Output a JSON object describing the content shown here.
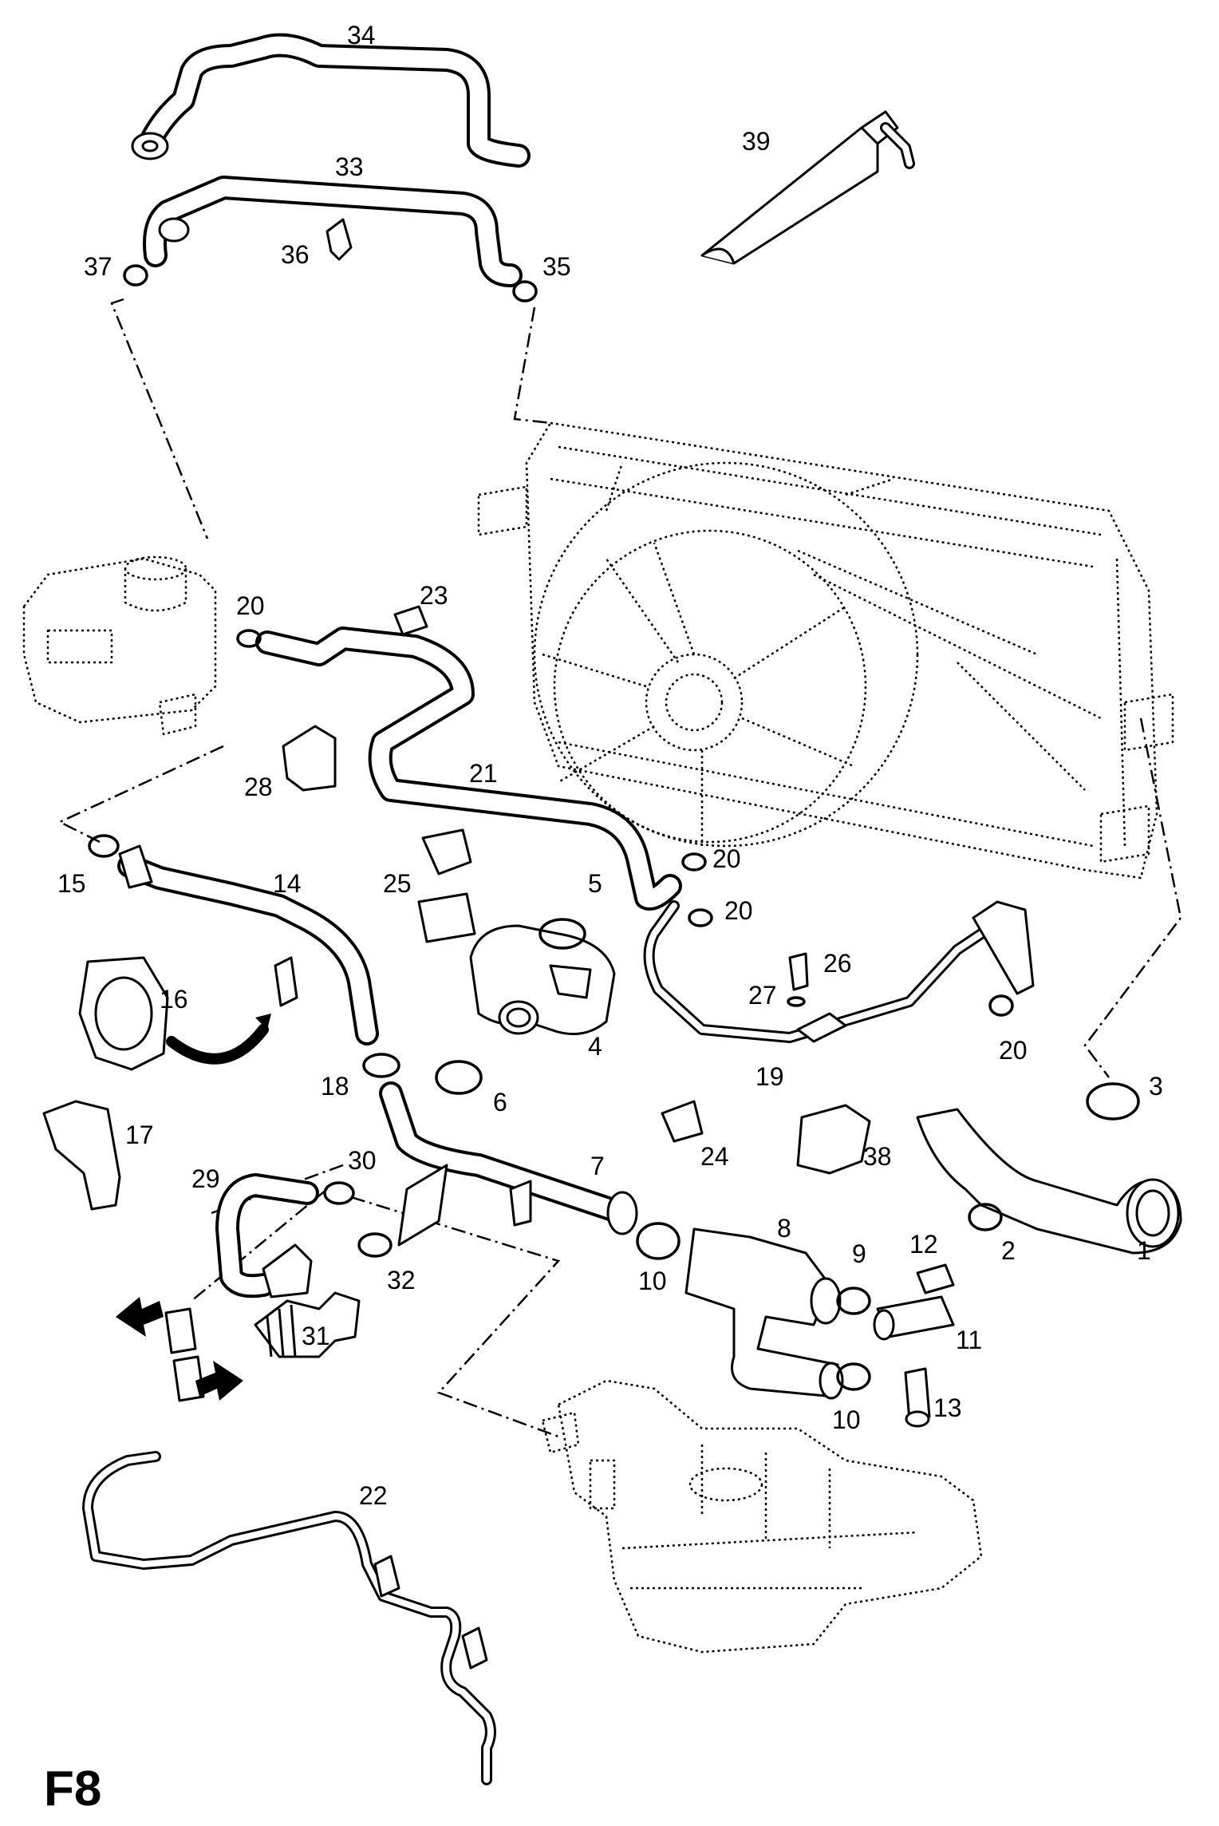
{
  "sheet_code": "F8",
  "part_labels": [
    {
      "id": "p1",
      "text": "1"
    },
    {
      "id": "p2",
      "text": "2"
    },
    {
      "id": "p3",
      "text": "3"
    },
    {
      "id": "p4",
      "text": "4"
    },
    {
      "id": "p5",
      "text": "5"
    },
    {
      "id": "p6",
      "text": "6"
    },
    {
      "id": "p7",
      "text": "7"
    },
    {
      "id": "p8",
      "text": "8"
    },
    {
      "id": "p9",
      "text": "9"
    },
    {
      "id": "p10a",
      "text": "10"
    },
    {
      "id": "p10b",
      "text": "10"
    },
    {
      "id": "p11",
      "text": "11"
    },
    {
      "id": "p12",
      "text": "12"
    },
    {
      "id": "p13",
      "text": "13"
    },
    {
      "id": "p14",
      "text": "14"
    },
    {
      "id": "p15",
      "text": "15"
    },
    {
      "id": "p16",
      "text": "16"
    },
    {
      "id": "p17",
      "text": "17"
    },
    {
      "id": "p18",
      "text": "18"
    },
    {
      "id": "p19",
      "text": "19"
    },
    {
      "id": "p20a",
      "text": "20"
    },
    {
      "id": "p20b",
      "text": "20"
    },
    {
      "id": "p20c",
      "text": "20"
    },
    {
      "id": "p20d",
      "text": "20"
    },
    {
      "id": "p21",
      "text": "21"
    },
    {
      "id": "p22",
      "text": "22"
    },
    {
      "id": "p23",
      "text": "23"
    },
    {
      "id": "p24",
      "text": "24"
    },
    {
      "id": "p25",
      "text": "25"
    },
    {
      "id": "p26",
      "text": "26"
    },
    {
      "id": "p27",
      "text": "27"
    },
    {
      "id": "p28",
      "text": "28"
    },
    {
      "id": "p29",
      "text": "29"
    },
    {
      "id": "p30",
      "text": "30"
    },
    {
      "id": "p31",
      "text": "31"
    },
    {
      "id": "p32",
      "text": "32"
    },
    {
      "id": "p33",
      "text": "33"
    },
    {
      "id": "p34",
      "text": "34"
    },
    {
      "id": "p35",
      "text": "35"
    },
    {
      "id": "p36",
      "text": "36"
    },
    {
      "id": "p37",
      "text": "37"
    },
    {
      "id": "p38",
      "text": "38"
    },
    {
      "id": "p39",
      "text": "39"
    }
  ],
  "colors": {
    "line": "#000000",
    "background": "#ffffff"
  }
}
